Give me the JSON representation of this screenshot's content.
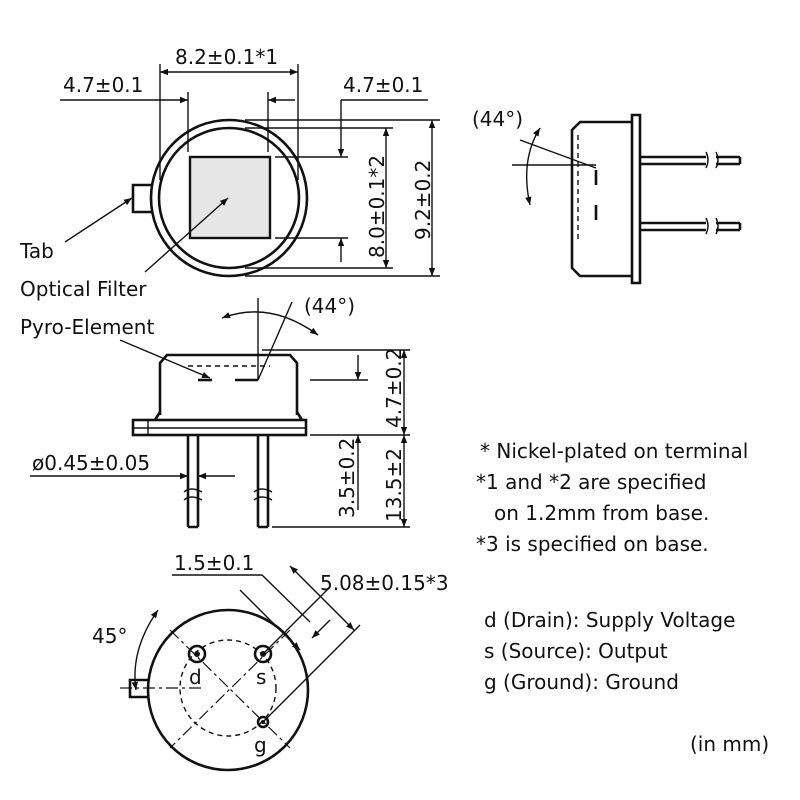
{
  "top_view": {
    "dim_outer_width": "8.2±0.1*1",
    "dim_filter_left": "4.7±0.1",
    "dim_filter_right": "4.7±0.1",
    "dim_inner_height": "8.0±0.1*2",
    "dim_outer_height": "9.2±0.2",
    "label_tab": "Tab",
    "label_optical_filter": "Optical Filter"
  },
  "side_view": {
    "angle": "(44°)"
  },
  "front_view": {
    "angle": "(44°)",
    "label_pyro_element": "Pyro-Element",
    "dim_pin_diameter": "ø0.45±0.05",
    "dim_body_height": "4.7±0.2",
    "dim_element_depth": "3.5±0.2",
    "dim_pin_length": "13.5±2"
  },
  "bottom_view": {
    "dim_pin_offset": "1.5±0.1",
    "dim_pin_pitch": "5.08±0.15*3",
    "angle": "45°",
    "pin_d": "d",
    "pin_s": "s",
    "pin_g": "g"
  },
  "notes": [
    "* Nickel-plated on terminal",
    "*1 and *2 are specified",
    "on 1.2mm from base.",
    "*3 is specified on base."
  ],
  "pins": [
    "d (Drain): Supply Voltage",
    "s (Source): Output",
    "g (Ground): Ground"
  ],
  "unit": "(in mm)"
}
